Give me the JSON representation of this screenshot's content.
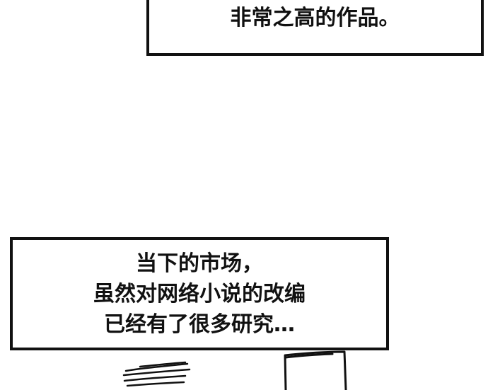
{
  "caption_top": {
    "text": "非常之高的作品。"
  },
  "caption_bottom": {
    "lines": [
      "当下的市场，",
      "虽然对网络小说的改编",
      "已经有了很多研究…"
    ]
  },
  "colors": {
    "ink": "#111111",
    "paper": "#ffffff"
  }
}
